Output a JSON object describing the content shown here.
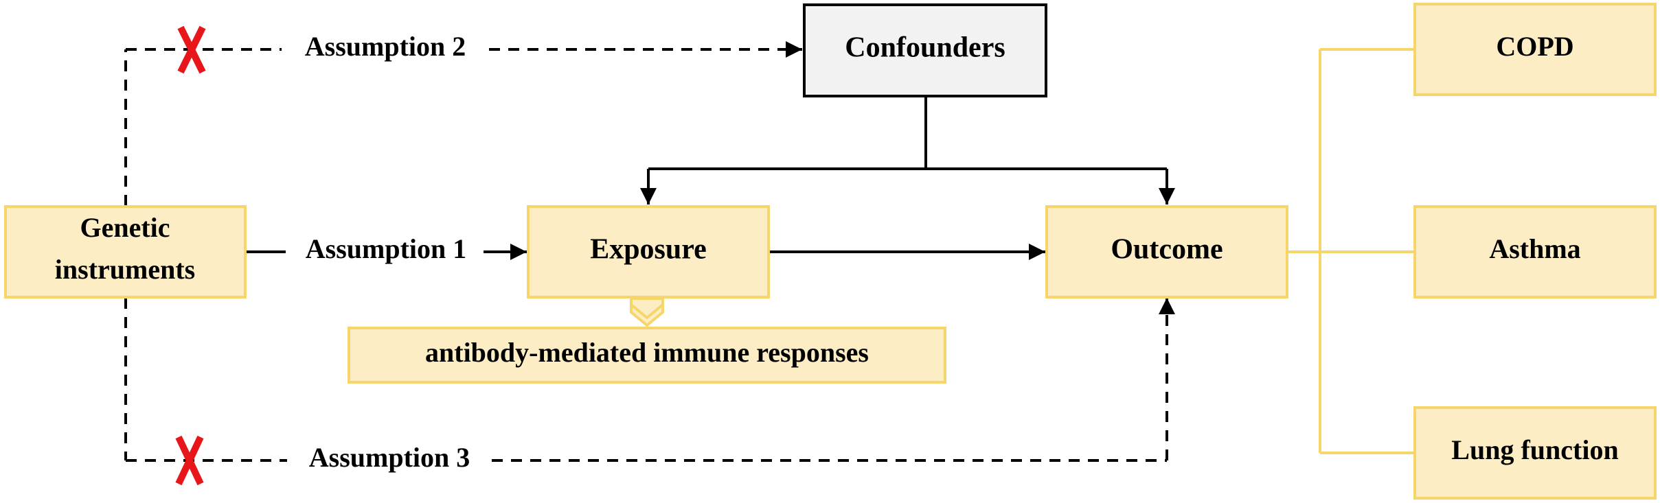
{
  "colors": {
    "box_fill": "#FCEDC4",
    "box_stroke": "#F6D56A",
    "confounder_fill": "#F2F2F2",
    "line": "#000000",
    "cross": "#E8161B",
    "connector_yellow": "#F6D56A"
  },
  "nodes": {
    "genetic_line1": "Genetic",
    "genetic_line2": "instruments",
    "exposure": "Exposure",
    "exposure_detail": "antibody-mediated immune responses",
    "confounders": "Confounders",
    "outcome": "Outcome",
    "copd": "COPD",
    "asthma": "Asthma",
    "lung_function": "Lung function"
  },
  "edges": {
    "assumption1": "Assumption 1",
    "assumption2": "Assumption 2",
    "assumption3": "Assumption 3"
  },
  "icons": {
    "violation": "red-x-icon"
  }
}
